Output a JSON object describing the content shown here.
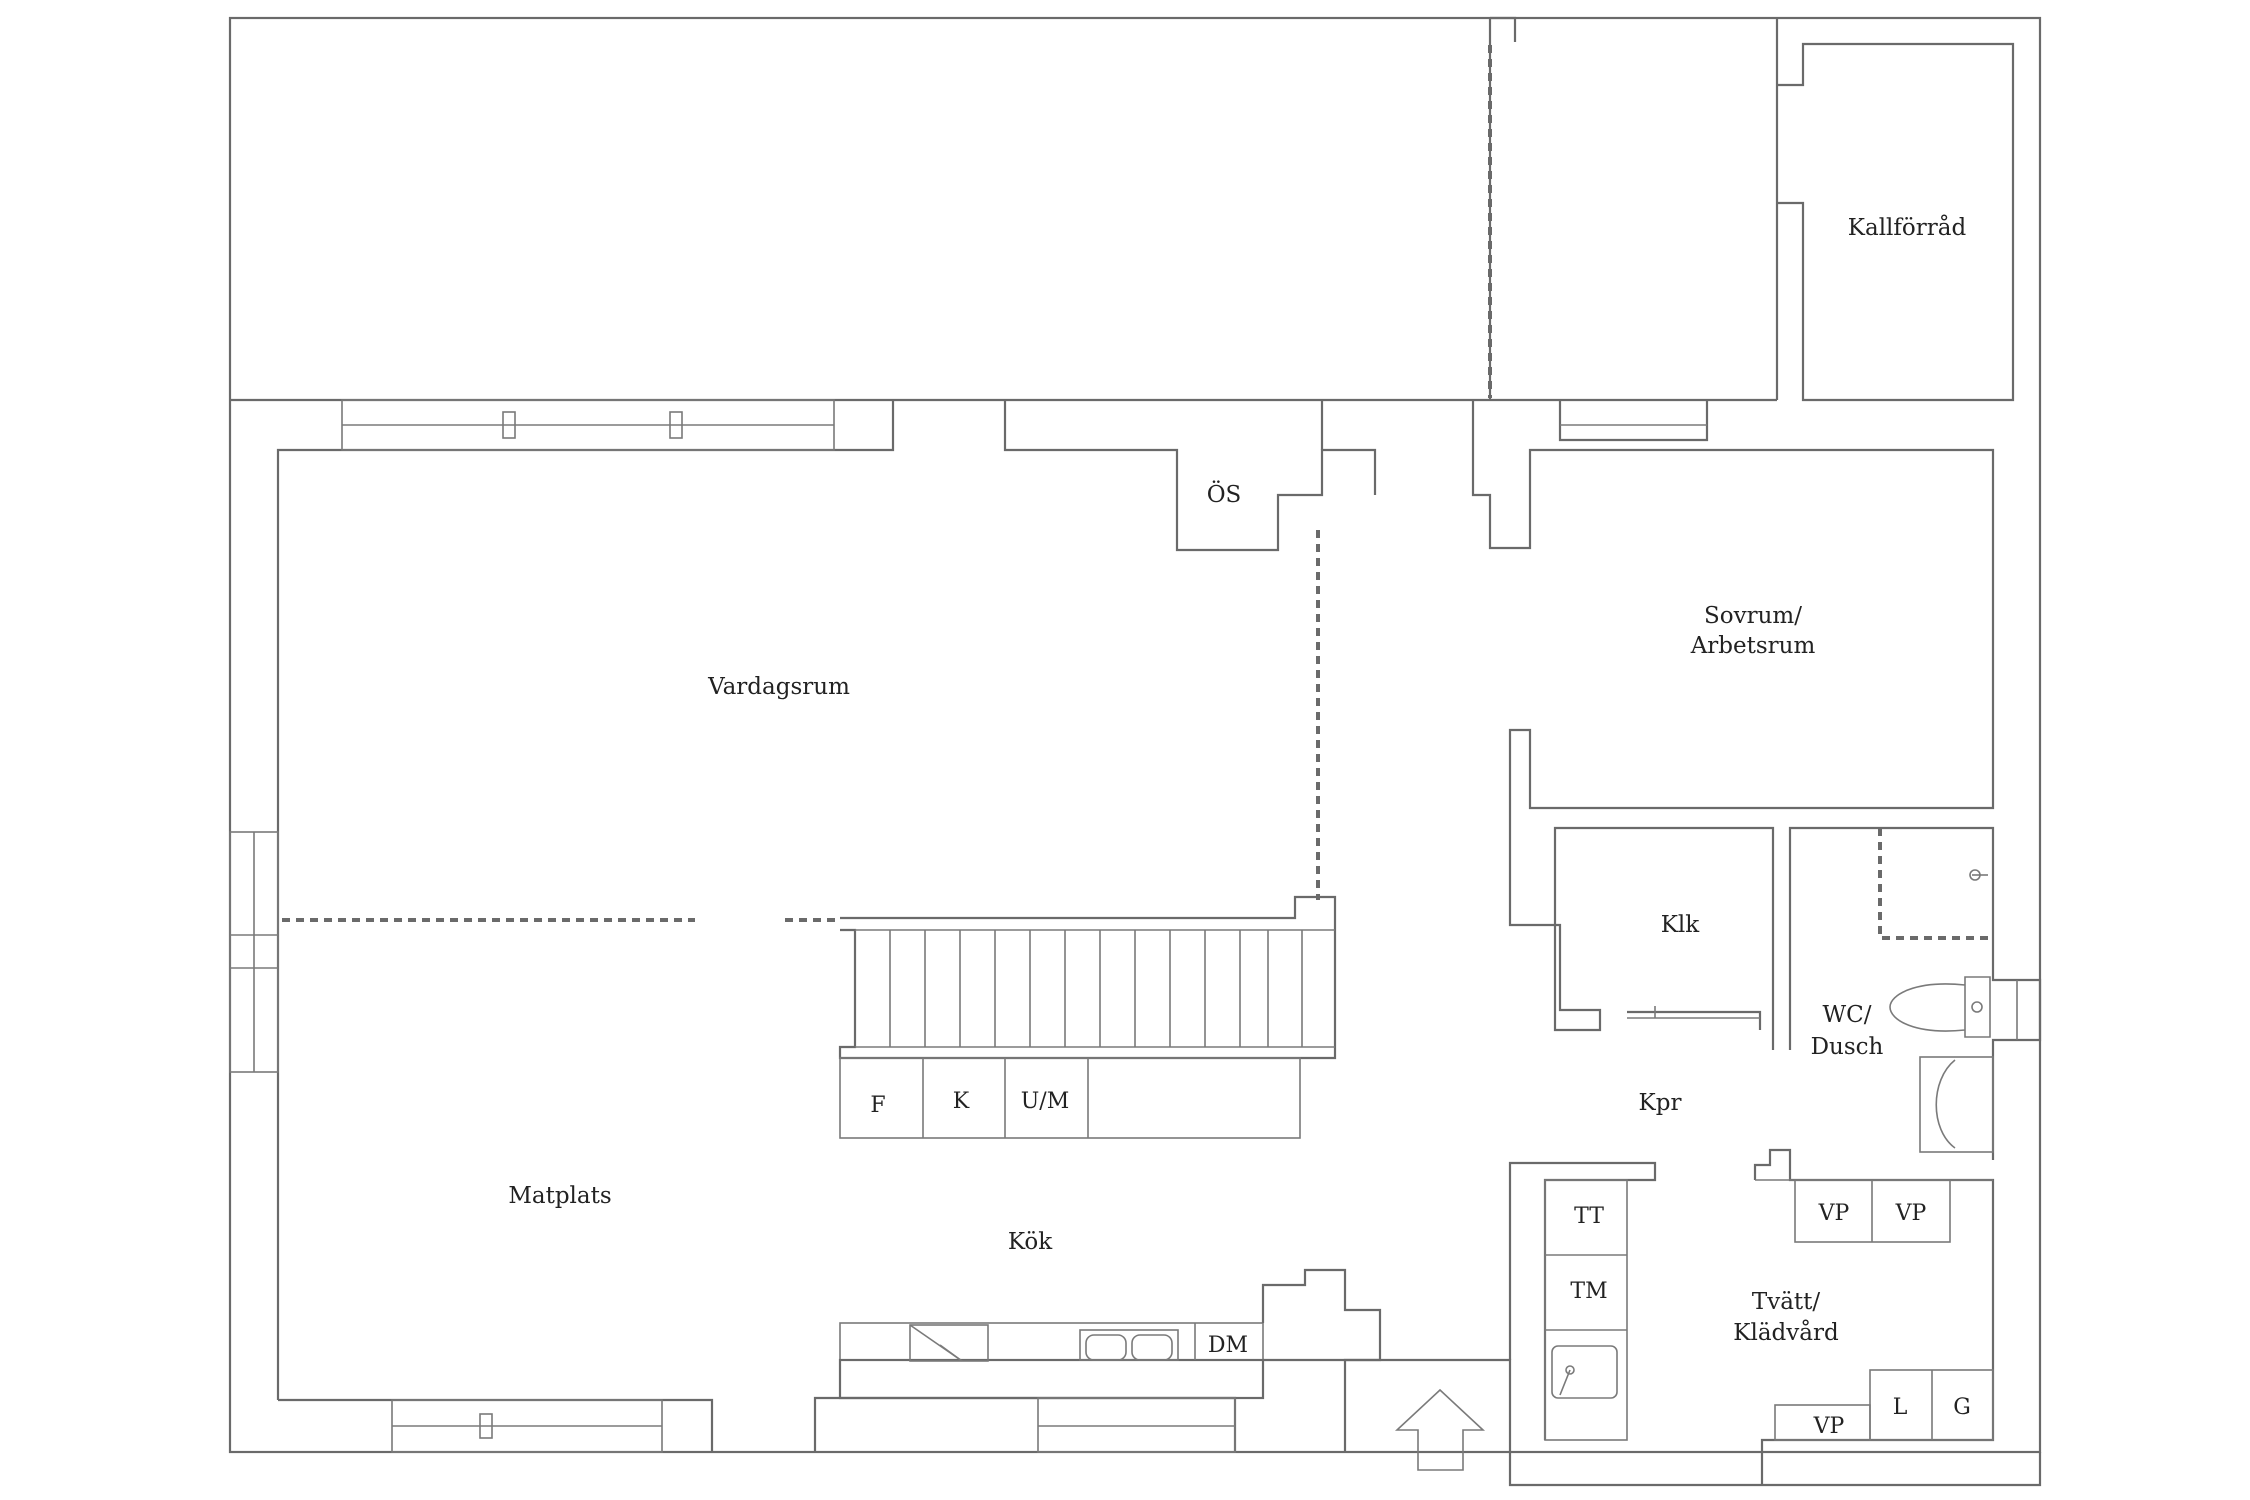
{
  "rooms": {
    "kallforrad": "Kallförråd",
    "os": "ÖS",
    "vardagsrum": "Vardagsrum",
    "sovrum_line1": "Sovrum/",
    "sovrum_line2": "Arbetsrum",
    "klk": "Klk",
    "wc_line1": "WC/",
    "wc_line2": "Dusch",
    "kpr": "Kpr",
    "matplats": "Matplats",
    "kok": "Kök",
    "tvatt_line1": "Tvätt/",
    "tvatt_line2": "Klädvård"
  },
  "fixtures": {
    "f": "F",
    "k": "K",
    "um": "U/M",
    "dm": "DM",
    "tt": "TT",
    "tm": "TM",
    "vp1": "VP",
    "vp2": "VP",
    "vp3": "VP",
    "l": "L",
    "g": "G"
  },
  "colors": {
    "wall": "#6a6a6a",
    "text": "#222222",
    "background": "#ffffff"
  }
}
